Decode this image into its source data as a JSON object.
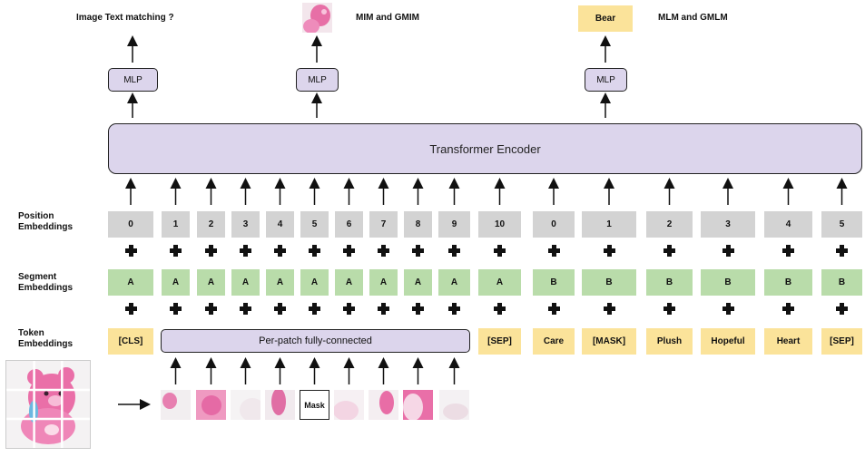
{
  "title_outputs": {
    "itm": "Image Text matching ?",
    "mim": "MIM and GMIM",
    "mlm": "MLM and GMLM",
    "predicted_token": "Bear"
  },
  "mlp_label": "MLP",
  "encoder_label": "Transformer Encoder",
  "row_labels": {
    "position": "Position\nEmbeddings",
    "segment": "Segment\nEmbeddings",
    "token": "Token\nEmbeddings"
  },
  "position_values": [
    "0",
    "1",
    "2",
    "3",
    "4",
    "5",
    "6",
    "7",
    "8",
    "9",
    "10",
    "0",
    "1",
    "2",
    "3",
    "4",
    "5"
  ],
  "segment_values": [
    "A",
    "A",
    "A",
    "A",
    "A",
    "A",
    "A",
    "A",
    "A",
    "A",
    "A",
    "B",
    "B",
    "B",
    "B",
    "B",
    "B"
  ],
  "tokens": {
    "cls": "[CLS]",
    "patch_fc": "Per-patch fully-connected",
    "sep1": "[SEP]",
    "words": [
      "Care",
      "[MASK]",
      "Plush",
      "Hopeful",
      "Heart",
      "[SEP]"
    ]
  },
  "mask_patch_label": "Mask",
  "colors": {
    "position": "#d3d3d3",
    "segment": "#b9dcaa",
    "token": "#fbe39a",
    "encoder": "#dcd5ec"
  },
  "icons": {
    "plus": "plus-icon",
    "arrow": "arrow-up-icon"
  }
}
